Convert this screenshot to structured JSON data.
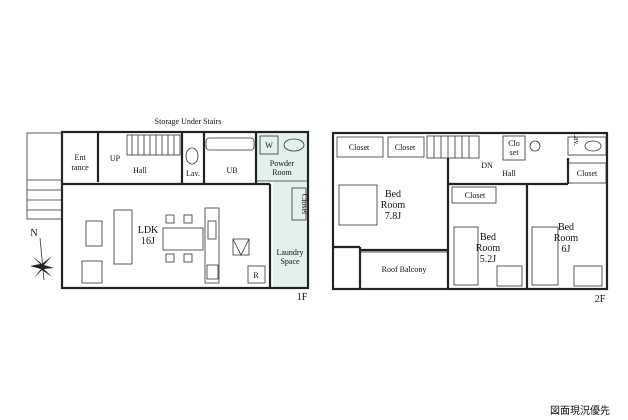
{
  "floor1": {
    "storage": "Storage Under Stairs",
    "entrance1": "Ent",
    "entrance2": "rance",
    "up": "UP",
    "hall": "Hall",
    "lav": "Lav.",
    "ub": "UB",
    "w": "W",
    "powder1": "Powder",
    "powder2": "Room",
    "closet": "Closet",
    "ldk1": "LDK",
    "ldk2": "16J",
    "laundry1": "Laundry",
    "laundry2": "Space",
    "r": "R",
    "floor_label": "1F",
    "compass": "N"
  },
  "floor2": {
    "closet_a": "Closet",
    "closet_b": "Closet",
    "closet_c1": "Clo",
    "closet_c2": "set",
    "lav": "Lav.",
    "dn": "DN",
    "hall": "Hall",
    "closet_d": "Closet",
    "closet_e": "Closet",
    "bed1_a": "Bed",
    "bed1_b": "Room",
    "bed1_c": "7.8J",
    "bed2_a": "Bed",
    "bed2_b": "Room",
    "bed2_c": "5.2J",
    "bed3_a": "Bed",
    "bed3_b": "Room",
    "bed3_c": "6J",
    "balcony": "Roof Balcony",
    "floor_label": "2F"
  },
  "note": "図面現況優先"
}
